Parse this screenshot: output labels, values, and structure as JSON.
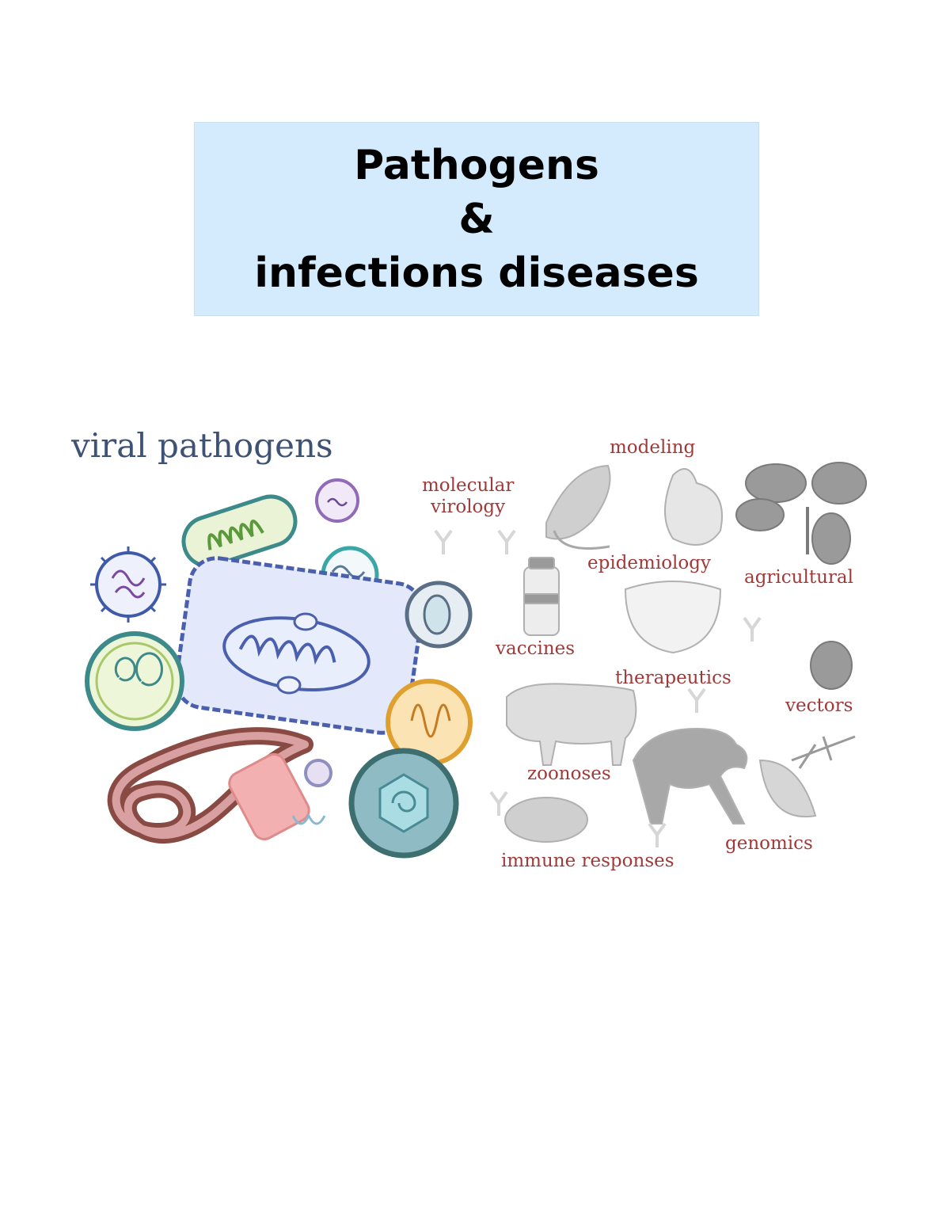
{
  "header": {
    "title_line1": "Pathogens",
    "title_line2": "&",
    "title_line3": "infections diseases"
  },
  "figure": {
    "title": "viral pathogens",
    "labels": {
      "modeling": "modeling",
      "molecular": "molecular",
      "virology": "virology",
      "epidemiology": "epidemiology",
      "agricultural": "agricultural",
      "vaccines": "vaccines",
      "therapeutics": "therapeutics",
      "vectors": "vectors",
      "zoonoses": "zoonoses",
      "genomics": "genomics",
      "immune_responses": "immune responses"
    }
  },
  "colors": {
    "title_box": "#d3ebfc",
    "figure_title": "#3d5275",
    "label_red": "#9e3a3a",
    "illustration_gray": "#bdbdbd"
  }
}
